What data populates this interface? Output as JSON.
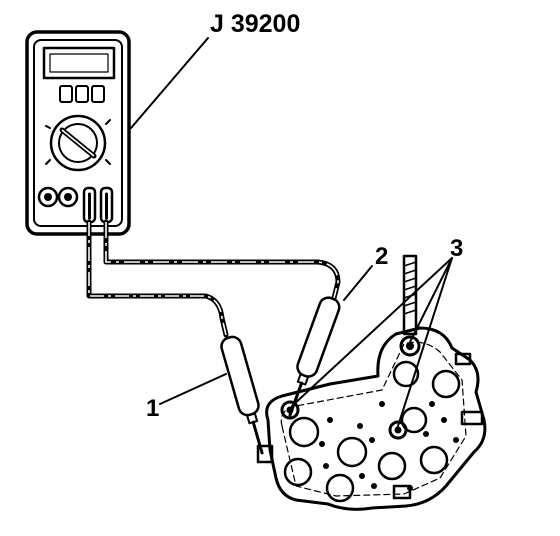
{
  "diagram": {
    "tool_label": "J 39200",
    "callouts": [
      "1",
      "2",
      "3"
    ]
  },
  "colors": {
    "ink": "#000000",
    "paper": "#ffffff",
    "meter_body": "#d9d9d9",
    "probe_grip": "#bdbdbd"
  }
}
